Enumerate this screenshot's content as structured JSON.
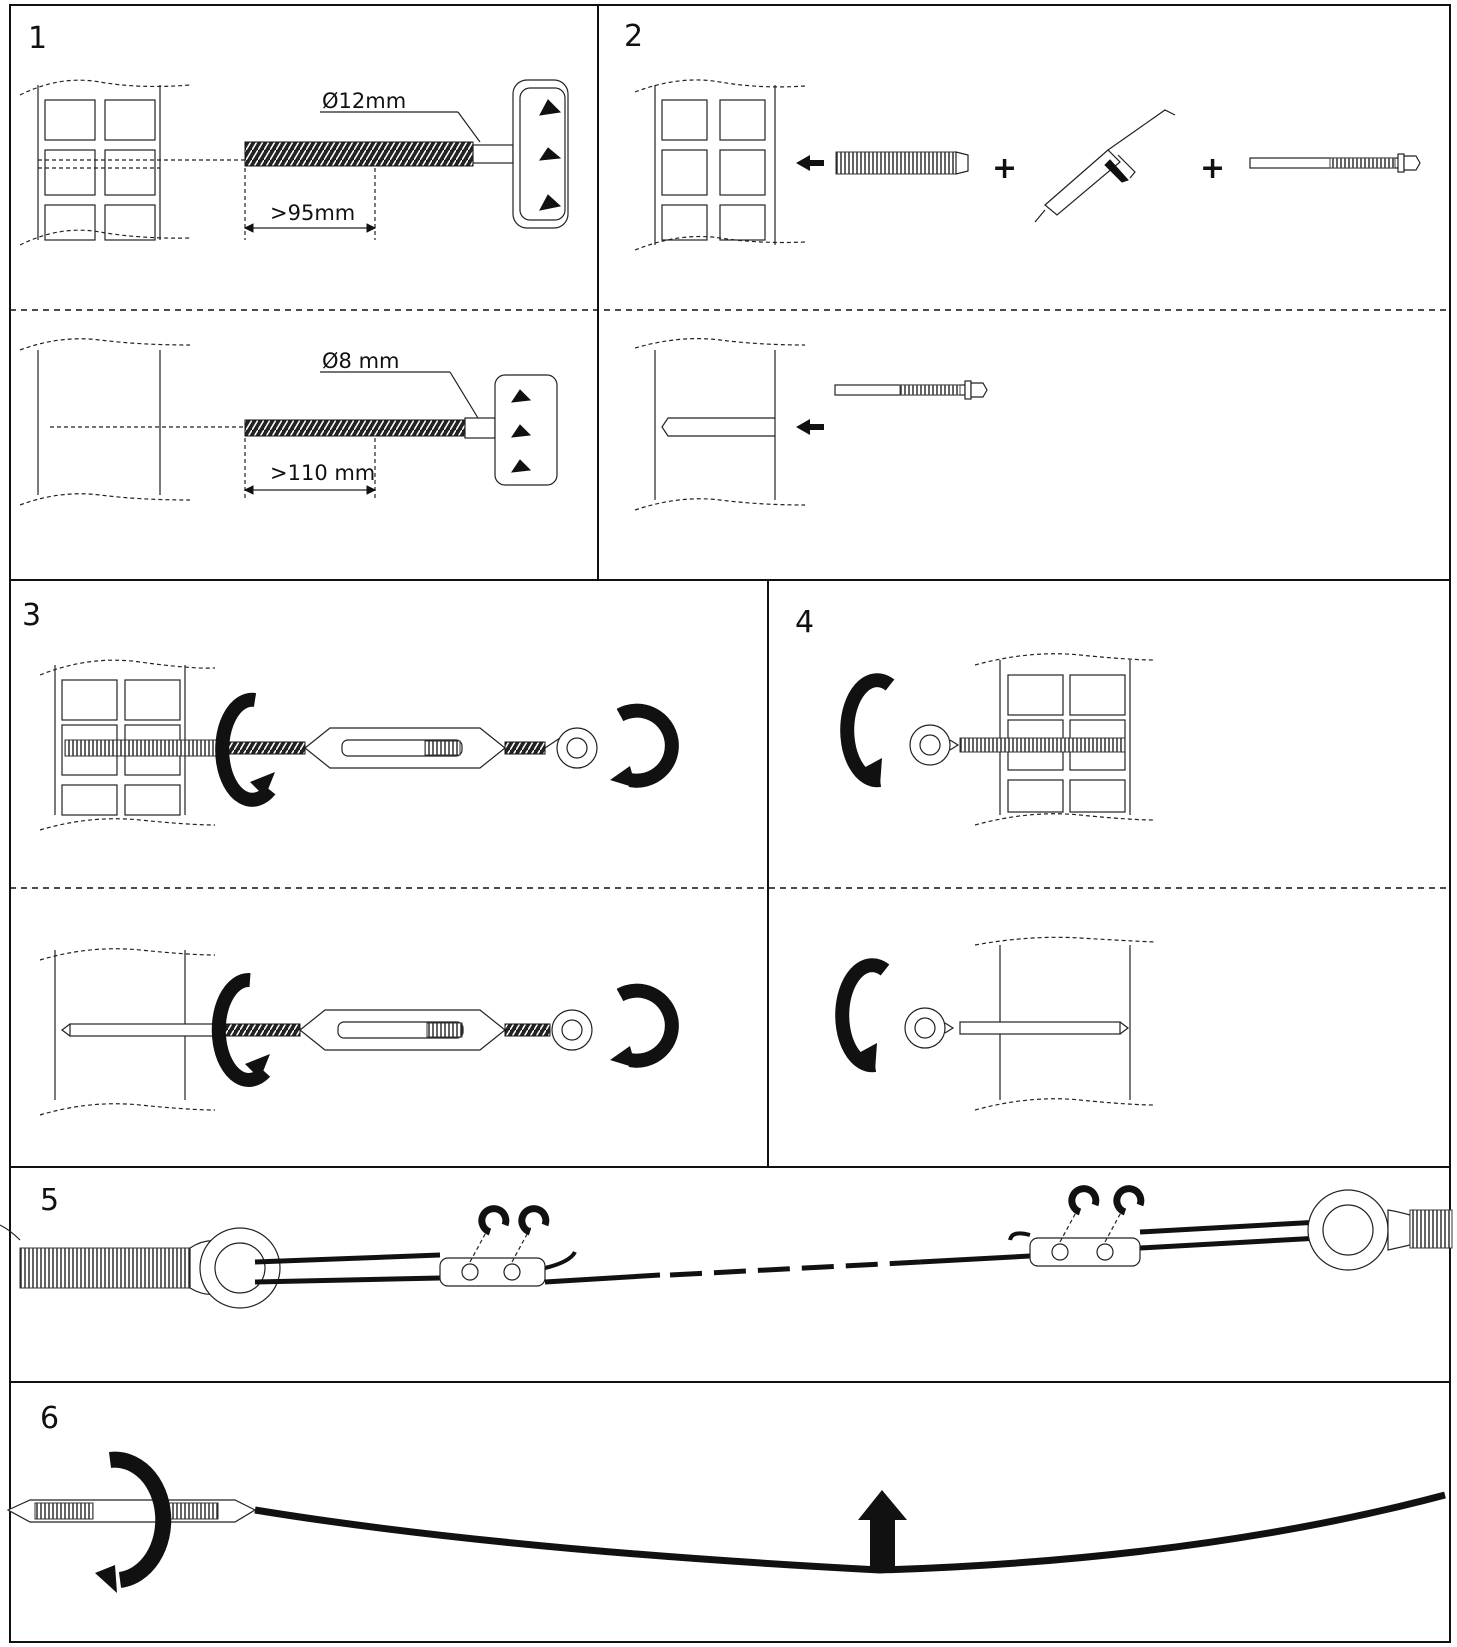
{
  "steps": {
    "s1": "1",
    "s2": "2",
    "s3": "3",
    "s4": "4",
    "s5": "5",
    "s6": "6"
  },
  "dimensions": {
    "drill_diameter_large": "Ø12mm",
    "drill_depth_large": ">95mm",
    "drill_diameter_small": "Ø8 mm",
    "drill_depth_small": ">110 mm"
  },
  "symbols": {
    "plus": "+"
  }
}
